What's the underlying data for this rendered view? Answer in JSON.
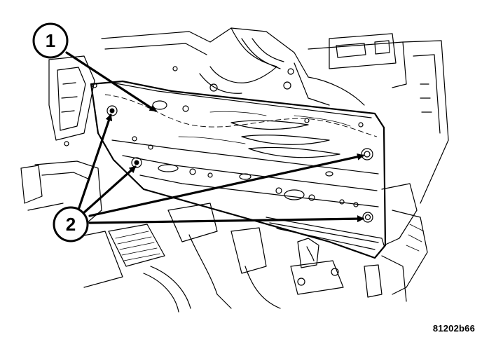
{
  "figure": {
    "id_label": "81202b66"
  },
  "callouts": [
    {
      "number": "1"
    },
    {
      "number": "2"
    }
  ]
}
